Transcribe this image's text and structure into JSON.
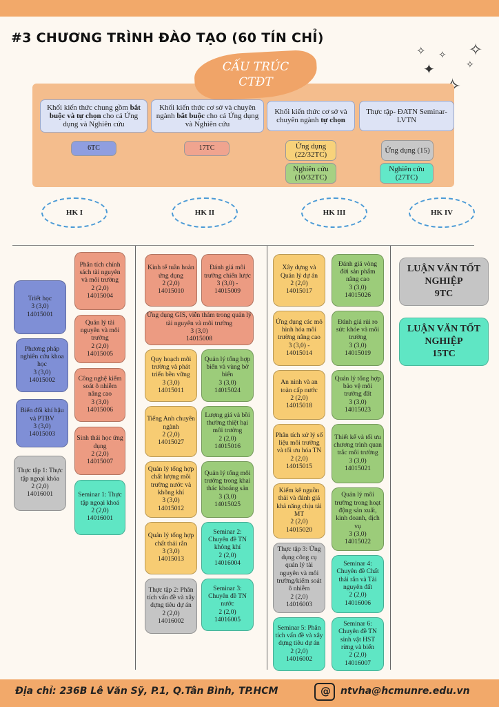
{
  "title": "#3 CHƯƠNG TRÌNH ĐÀO TẠO (60 TÍN CHỈ)",
  "structure_title": [
    "CẤU TRÚC",
    "CTĐT"
  ],
  "blocks": [
    {
      "pre": "Khối kiến thức chung gồm ",
      "bold": "bắt buộc và tự chọn",
      "post": " cho cả Ứng dụng và  Nghiên cứu"
    },
    {
      "pre": "Khối kiến thức cơ sở và chuyên ngành ",
      "bold": "bắt buộc",
      "post": " cho cả Ứng dụng và Nghiên cứu"
    },
    {
      "pre": "Khối kiến thức cơ sở và chuyên ngành ",
      "bold": "tự chọn",
      "post": ""
    },
    {
      "pre": "Thực tập- ĐATN Seminar-LVTN",
      "bold": "",
      "post": ""
    }
  ],
  "credits": {
    "b1": "6TC",
    "b2": "17TC",
    "b3_app": "Ứng dụng (22/32TC)",
    "b3_res": "Nghiên cứu (10/32TC)",
    "b4_app": "Ứng dụng (15)",
    "b4_res": "Nghiên cứu (27TC)"
  },
  "semesters": [
    "HK I",
    "HK II",
    "HK III",
    "HK IV"
  ],
  "courses": [
    "Triết học\n3 (3,0)\n14015001",
    "Phương pháp nghiên cứu khoa học\n3 (3,0)\n14015002",
    "Biến đổi khí hậu và PTBV\n3 (3,0)\n14015003",
    "Thực tập 1: Thực tập ngoại khóa\n2 (2,0)\n14016001",
    "Phân tích chính sách tài nguyên và môi trường\n2 (2,0)\n14015004",
    "Quản lý tài nguyên và môi trường\n2 (2,0)\n14015005",
    "Công nghệ kiểm soát ô nhiễm nâng cao\n3 (3,0)\n14015006",
    "Sinh thái học ứng dụng\n2 (2,0)\n14015007",
    "Seminar 1: Thực tập ngoại khoá\n2 (2,0)\n14016001",
    "Kinh tế tuần hoàn ứng dụng\n2 (2,0)\n14015010",
    "Đánh giá môi trường chiến lược\n3 (3,0) - 14015009",
    "Ứng dụng GIS, viễn thám trong quản lý tài nguyên và môi trường\n3 (3,0)\n14015008",
    "Quy hoạch môi trường và phát triển bền vững\n3 (3,0)\n14015011",
    "Quản lý tổng hợp biển và vùng bờ biển\n3 (3,0)\n14015024",
    "Tiếng Anh chuyên ngành\n2 (2,0)\n14015027",
    "Lượng giá và bồi thường thiệt hại môi trường\n2 (2,0)\n14015016",
    "Quản lý tổng hợp chất lượng môi trường nước và không khí\n3 (3,0)\n14015012",
    "Quản lý tổng môi trường trong khai thác khoáng sản\n3 (3,0)\n14015025",
    "Quản lý tổng hợp chất thải rắn\n3 (3,0)\n14015013",
    "Seminar 2: Chuyên đề TN không khí\n2 (2,0)\n14016004",
    "Thực tập 2: Phân tích vấn đề và xây dựng tiêu dự án\n2 (2,0)\n14016002",
    "Seminar 3: Chuyên đề TN nước\n2 (2,0)\n14016005",
    "Xây dựng và Quản lý dự án\n2 (2,0)\n14015017",
    "Đánh giá vòng đời sản phẩm nâng cao\n3 (3,0)\n14015026",
    "Ứng dụng các mô hình hóa môi trường nâng cao\n3 (3,0) - 14015014",
    "Đánh giá rủi ro sức khỏe và môi trường\n3 (3,0)\n14015019",
    "An ninh và an toàn cấp nước\n2 (2,0)\n14015018",
    "Quản lý tổng hợp bảo vệ môi trường đất\n3 (3,0)\n14015023",
    "Phân tích xử lý số liệu môi trường và tối ưu hóa TN\n2 (2,0)\n14015015",
    "Thiết kế và tối ưu chương trình quan trắc môi trường\n3 (3,0)\n14015021",
    "Kiểm kê nguồn thải và đánh giá khả năng chịu tải MT\n2 (2,0)\n14015020",
    "Quản lý môi trường trong hoạt động sản xuất, kinh doanh, dịch vụ\n3 (3,0)\n14015022",
    "Thực tập 3: Ứng dụng công cụ quản lý tài nguyên và môi trường/kiểm soát ô nhiễm\n2 (2,0)\n14016003",
    "Seminar 4: Chuyên đề Chất thải rắn và Tài nguyên đất\n2 (2,0)\n14016006",
    "Seminar 5: Phân tích vấn đề và xây dựng tiêu dự án\n2 (2,0)\n14016002",
    "Seminar 6: Chuyên đề TN sinh vật HST rừng và biển\n2 (2,0)\n14016007"
  ],
  "thesis": [
    "LUẬN VĂN TỐT NGHIỆP\n9TC",
    "LUẬN VĂN TỐT NGHIỆP\n15TC"
  ],
  "colors": {
    "orange": "#f2a96a",
    "blue": "#7f8fd6",
    "red": "#ec9b82",
    "gray": "#c5c5c5",
    "teal": "#5fe6c4",
    "yellow": "#f7cc73",
    "green": "#9ccc7a"
  },
  "footer": {
    "address": "Địa chỉ: 236B Lê Văn Sỹ, P.1, Q.Tân Bình, TP.HCM",
    "email": "ntvha@hcmunre.edu.vn",
    "icon": "mail-icon"
  }
}
